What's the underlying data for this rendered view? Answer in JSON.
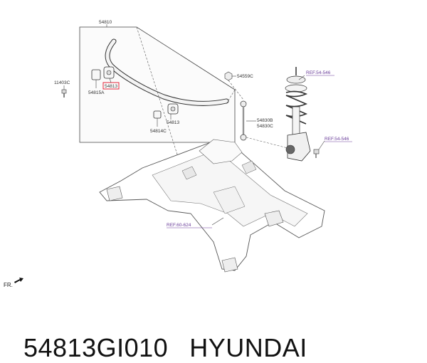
{
  "labels": {
    "assembly": "54810",
    "bolt": "11403C",
    "bracket": "54815A",
    "bushing_highlight": "54813",
    "bushing_right": "54813",
    "clamp": "54814C",
    "nut": "54559C",
    "link_1": "54830B",
    "link_2": "54830C",
    "ref_strut": "REF.54-546",
    "ref_knuckle": "REF.54-546",
    "ref_subframe": "REF.60-624",
    "front": "FR."
  },
  "colors": {
    "highlight": "#e0243a",
    "reference": "#6a3d9a"
  },
  "caption": {
    "part_number": "54813GI010",
    "brand": "HYUNDAI"
  }
}
